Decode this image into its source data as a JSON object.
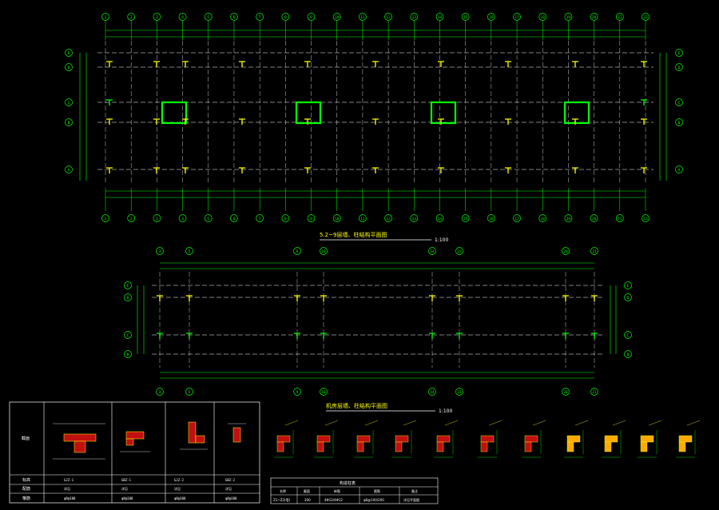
{
  "colors": {
    "bg": "#000000",
    "grid": "#ffffff",
    "axis": "#00ff00",
    "detail": "#ffff00",
    "wall": "#ff2020",
    "cyan": "#00ffff",
    "title": "#ffff00"
  },
  "plan1": {
    "title": "5.2~9层墙、柱结构平面图",
    "scale": "1:100",
    "col_labels": [
      "1",
      "2",
      "3",
      "4",
      "5",
      "6",
      "7",
      "8",
      "9",
      "10",
      "11",
      "12",
      "13",
      "14",
      "15",
      "16",
      "17",
      "18",
      "19",
      "20",
      "21",
      "22"
    ],
    "row_labels": [
      "E",
      "D",
      "C",
      "B",
      "A"
    ]
  },
  "plan2": {
    "title": "机房层墙、柱结构平面图",
    "scale": "1:100",
    "col_labels": [
      "3",
      "5",
      "9",
      "10",
      "14",
      "15",
      "20",
      "21"
    ],
    "row_labels": [
      "E",
      "D",
      "C",
      "B"
    ]
  },
  "table": {
    "header_label": "截面",
    "rows": [
      "标高",
      "配筋",
      "箍筋"
    ],
    "cells": [
      [
        "GJZ-1",
        "GBZ-1",
        "GJZ-2",
        "GBZ-2"
      ],
      [
        "详见",
        "详见",
        "详见",
        "详见"
      ],
      [
        "φ8@100",
        "φ8@100",
        "φ8@100",
        "φ8@100"
      ]
    ]
  },
  "legend": {
    "title": "构造柱表",
    "headers": [
      "名称",
      "截面",
      "纵筋",
      "箍筋",
      "备注"
    ],
    "row": [
      "Z1~Z2(墙)",
      "200",
      "4Φ12/4Φ12",
      "φ6@100/200",
      "详见平面图"
    ]
  }
}
